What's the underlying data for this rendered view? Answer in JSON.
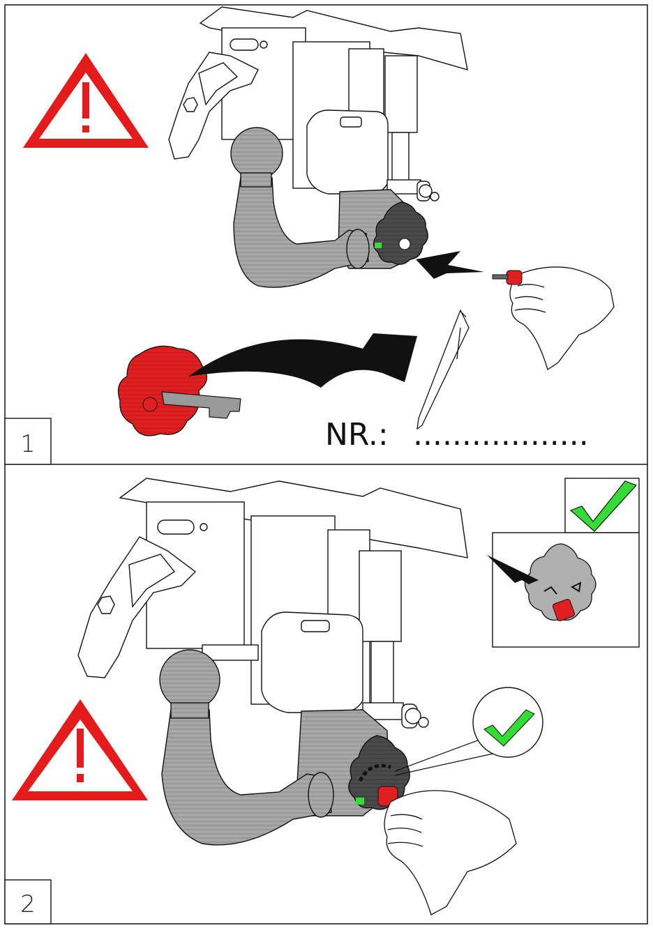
{
  "panels": [
    {
      "number": "1",
      "serial_label": "NR.:",
      "serial_dots": ".................."
    },
    {
      "number": "2"
    }
  ],
  "icons": {
    "warning": "warning-triangle-icon",
    "check": "checkmark-icon",
    "key": "key-icon",
    "pen": "pen-icon",
    "lock_knob": "lock-knob-icon"
  },
  "colors": {
    "warning_red": "#e41b1b",
    "key_red": "#e02020",
    "check_green": "#33dd33",
    "metal_gray": "#9a9a9a",
    "line": "#111111"
  }
}
